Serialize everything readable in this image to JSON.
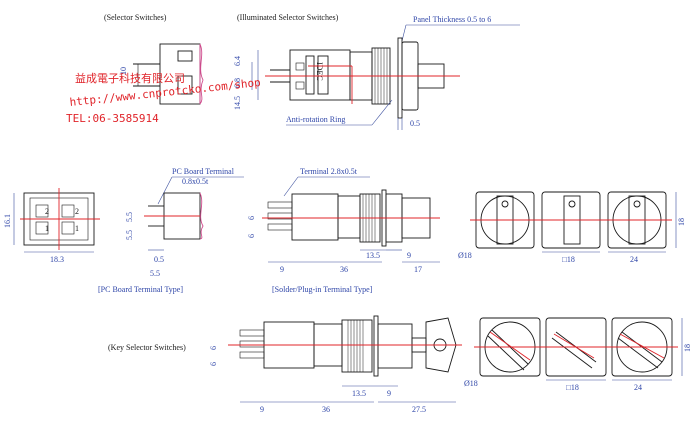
{
  "sections": {
    "selector": "(Selector Switches)",
    "illuminated": "(Illuminated Selector Switches)",
    "key_selector": "(Key Selector Switches)",
    "pc_board_type": "[PC Board Terminal Type]",
    "solder_type": "[Solder/Plug-in Terminal Type]"
  },
  "callouts": {
    "panel_thickness": "Panel Thickness 0.5 to 6",
    "anti_rotation": "Anti-rotation Ring",
    "pc_board_terminal": "PC Board Terminal",
    "pc_board_terminal_size": "0.8x0.5t",
    "terminal": "Terminal 2.8x0.5t"
  },
  "watermark": {
    "line1": "益成電子科技有限公司",
    "line2": "http://www.cnprotcko.com/shop",
    "line3": "TEL:06-3585914"
  },
  "dims": {
    "top_vertical": [
      "10",
      "6.8",
      "6.4",
      "14.5"
    ],
    "top_depth": "0.5",
    "front_width": "18.3",
    "front_height": "16.1",
    "pcb_pitch_a": "5.5",
    "pcb_pitch_b": "5.5",
    "pcb_offset_a": "0.5",
    "pcb_offset_b": "5.5",
    "solder_pitch_a": "6",
    "solder_pitch_b": "6",
    "solder_len": [
      "9",
      "36",
      "13.5",
      "9",
      "17"
    ],
    "knob_dia": "Ø18",
    "knob_sq": "□18",
    "knob_w": "24",
    "knob_h": "18",
    "key_pitch_a": "6",
    "key_pitch_b": "6",
    "key_len": [
      "9",
      "36",
      "13.5",
      "9",
      "27.5"
    ],
    "key_dia": "Ø18",
    "key_sq": "□18",
    "key_w": "24",
    "key_h": "18"
  },
  "pcb_terminal_labels": [
    "2",
    "2",
    "1",
    "1"
  ],
  "housing_mark": "IDEC"
}
